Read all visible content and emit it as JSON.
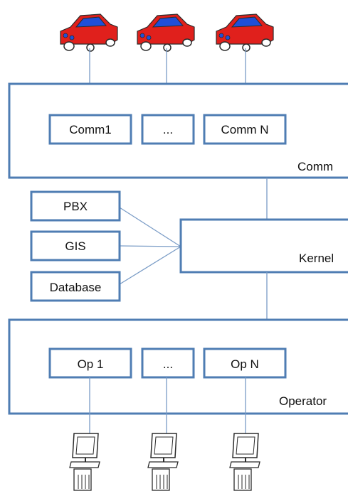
{
  "colors": {
    "box_stroke": "#4f7db3",
    "line": "#7a9cc6",
    "car_body": "#e0201c",
    "car_roof": "#1f4fd8",
    "terminal": "#2b2b2b"
  },
  "icons": {
    "car": "car-icon",
    "terminal": "computer-terminal-icon"
  },
  "comm_layer": {
    "label": "Comm",
    "units": [
      "Comm1",
      "...",
      "Comm N"
    ]
  },
  "services": [
    "PBX",
    "GIS",
    "Database"
  ],
  "kernel": {
    "label": "Kernel"
  },
  "operator_layer": {
    "label": "Operator",
    "units": [
      "Op 1",
      "...",
      "Op N"
    ]
  }
}
